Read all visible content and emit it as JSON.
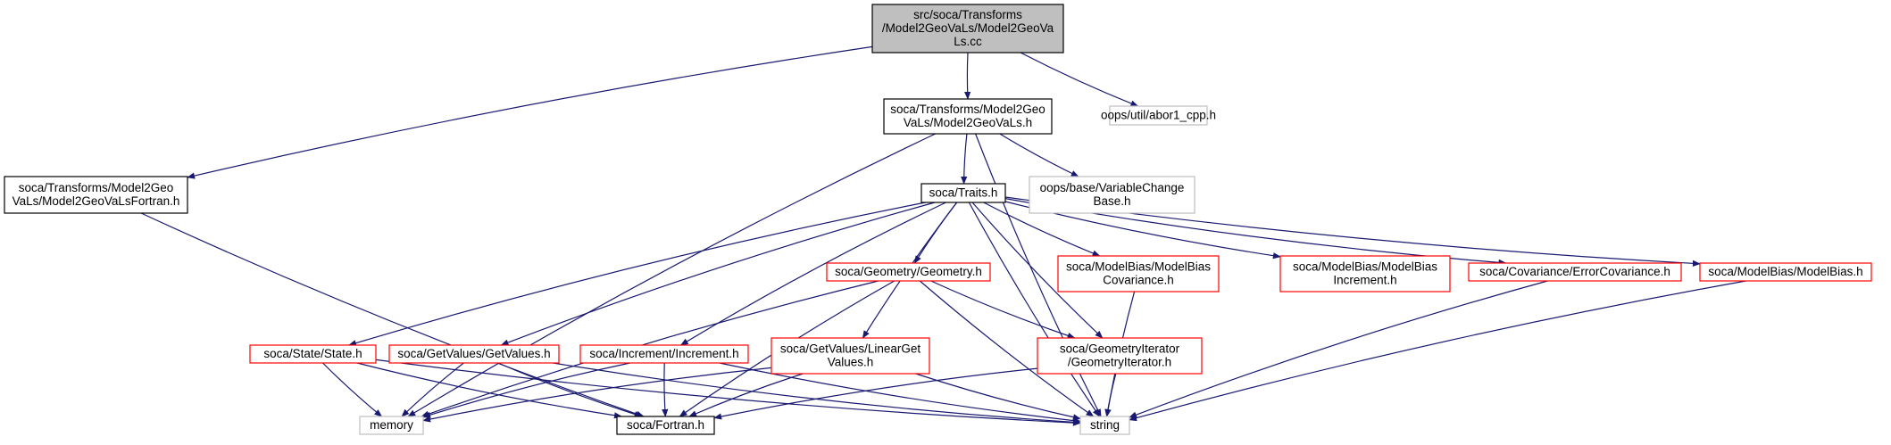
{
  "nodes": [
    {
      "id": "root",
      "lines": [
        "src/soca/Transforms",
        "/Model2GeoVaLs/Model2GeoVa",
        "Ls.cc"
      ],
      "style": "root"
    },
    {
      "id": "m2gh",
      "lines": [
        "soca/Transforms/Model2Geo",
        "VaLs/Model2GeoVaLs.h"
      ],
      "style": "black"
    },
    {
      "id": "abort",
      "lines": [
        "oops/util/abor1_cpp.h"
      ],
      "style": "gray"
    },
    {
      "id": "fortranh",
      "lines": [
        "soca/Transforms/Model2Geo",
        "VaLs/Model2GeoVaLsFortran.h"
      ],
      "style": "black"
    },
    {
      "id": "traits",
      "lines": [
        "soca/Traits.h"
      ],
      "style": "black"
    },
    {
      "id": "varchange",
      "lines": [
        "oops/base/VariableChange",
        "Base.h"
      ],
      "style": "gray"
    },
    {
      "id": "geometry",
      "lines": [
        "soca/Geometry/Geometry.h"
      ],
      "style": "red"
    },
    {
      "id": "mbcov",
      "lines": [
        "soca/ModelBias/ModelBias",
        "Covariance.h"
      ],
      "style": "red"
    },
    {
      "id": "mbinc",
      "lines": [
        "soca/ModelBias/ModelBias",
        "Increment.h"
      ],
      "style": "red"
    },
    {
      "id": "errcov",
      "lines": [
        "soca/Covariance/ErrorCovariance.h"
      ],
      "style": "red"
    },
    {
      "id": "mb",
      "lines": [
        "soca/ModelBias/ModelBias.h"
      ],
      "style": "red"
    },
    {
      "id": "state",
      "lines": [
        "soca/State/State.h"
      ],
      "style": "red"
    },
    {
      "id": "getvalues",
      "lines": [
        "soca/GetValues/GetValues.h"
      ],
      "style": "red"
    },
    {
      "id": "increment",
      "lines": [
        "soca/Increment/Increment.h"
      ],
      "style": "red"
    },
    {
      "id": "lineargv",
      "lines": [
        "soca/GetValues/LinearGet",
        "Values.h"
      ],
      "style": "red"
    },
    {
      "id": "geoiter",
      "lines": [
        "soca/GeometryIterator",
        "/GeometryIterator.h"
      ],
      "style": "red"
    },
    {
      "id": "memory",
      "lines": [
        "memory"
      ],
      "style": "gray"
    },
    {
      "id": "fortran",
      "lines": [
        "soca/Fortran.h"
      ],
      "style": "black"
    },
    {
      "id": "string",
      "lines": [
        "string"
      ],
      "style": "gray"
    }
  ],
  "edges": [
    [
      "root",
      "m2gh"
    ],
    [
      "root",
      "abort"
    ],
    [
      "root",
      "fortranh"
    ],
    [
      "m2gh",
      "traits"
    ],
    [
      "m2gh",
      "varchange"
    ],
    [
      "m2gh",
      "memory"
    ],
    [
      "m2gh",
      "string"
    ],
    [
      "fortranh",
      "fortran"
    ],
    [
      "traits",
      "geometry"
    ],
    [
      "traits",
      "mbcov"
    ],
    [
      "traits",
      "mbinc"
    ],
    [
      "traits",
      "errcov"
    ],
    [
      "traits",
      "mb"
    ],
    [
      "traits",
      "state"
    ],
    [
      "traits",
      "getvalues"
    ],
    [
      "traits",
      "increment"
    ],
    [
      "traits",
      "lineargv"
    ],
    [
      "traits",
      "geoiter"
    ],
    [
      "traits",
      "string"
    ],
    [
      "geometry",
      "geoiter"
    ],
    [
      "geometry",
      "memory"
    ],
    [
      "geometry",
      "fortran"
    ],
    [
      "geometry",
      "string"
    ],
    [
      "mbcov",
      "string"
    ],
    [
      "errcov",
      "string"
    ],
    [
      "mb",
      "string"
    ],
    [
      "state",
      "memory"
    ],
    [
      "state",
      "fortran"
    ],
    [
      "state",
      "string"
    ],
    [
      "getvalues",
      "memory"
    ],
    [
      "getvalues",
      "fortran"
    ],
    [
      "getvalues",
      "string"
    ],
    [
      "increment",
      "memory"
    ],
    [
      "increment",
      "fortran"
    ],
    [
      "increment",
      "string"
    ],
    [
      "lineargv",
      "memory"
    ],
    [
      "lineargv",
      "fortran"
    ],
    [
      "lineargv",
      "string"
    ],
    [
      "geoiter",
      "fortran"
    ],
    [
      "geoiter",
      "string"
    ]
  ],
  "colors": {
    "edge": "#191970",
    "root_fill": "#bfbfbf",
    "black_border": "#000000",
    "red_border": "#ff0000",
    "gray_border": "#bfbfbf",
    "text": "#000000",
    "background": "#ffffff"
  }
}
